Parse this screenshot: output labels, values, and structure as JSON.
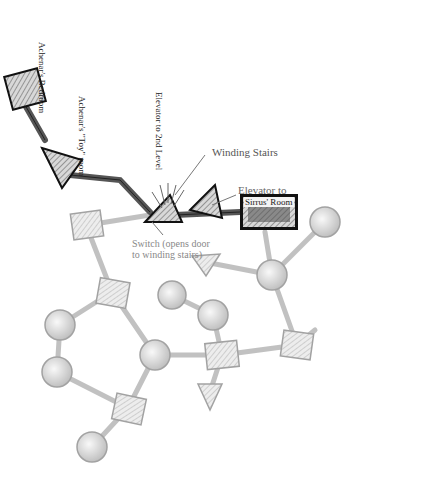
{
  "diagram": {
    "nodes": [
      {
        "text": [
          "Sirrus' Room"
        ]
      }
    ],
    "labels": [
      "Achenar's Bedroom",
      "Achenar's \"Toy\" room",
      "Elevator to 2nd Level",
      "Winding Stairs",
      "Elevator to",
      "Switch (opens door to winding stairs)"
    ]
  }
}
